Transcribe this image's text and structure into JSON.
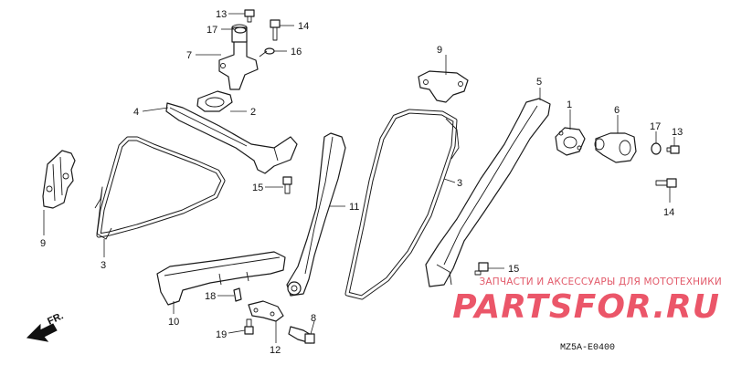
{
  "diagram": {
    "callouts": {
      "p13a": "13",
      "p14a": "14",
      "p17a": "17",
      "p16": "16",
      "p7": "7",
      "p2": "2",
      "p4": "4",
      "p9a": "9",
      "p15a": "15",
      "p3a": "3",
      "p11": "11",
      "p10": "10",
      "p18": "18",
      "p19": "19",
      "p12": "12",
      "p8": "8",
      "p9b": "9",
      "p5": "5",
      "p3b": "3",
      "p1": "1",
      "p6": "6",
      "p17b": "17",
      "p13b": "13",
      "p14b": "14",
      "p15b": "15"
    },
    "direction_label": "FR.",
    "diagram_code": "MZ5A-E0400"
  },
  "watermark": {
    "subtitle": "ЗАПЧАСТИ И АКСЕССУАРЫ ДЛЯ МОТОТЕХНИКИ",
    "logo_text": "PARTSFOR.RU"
  }
}
